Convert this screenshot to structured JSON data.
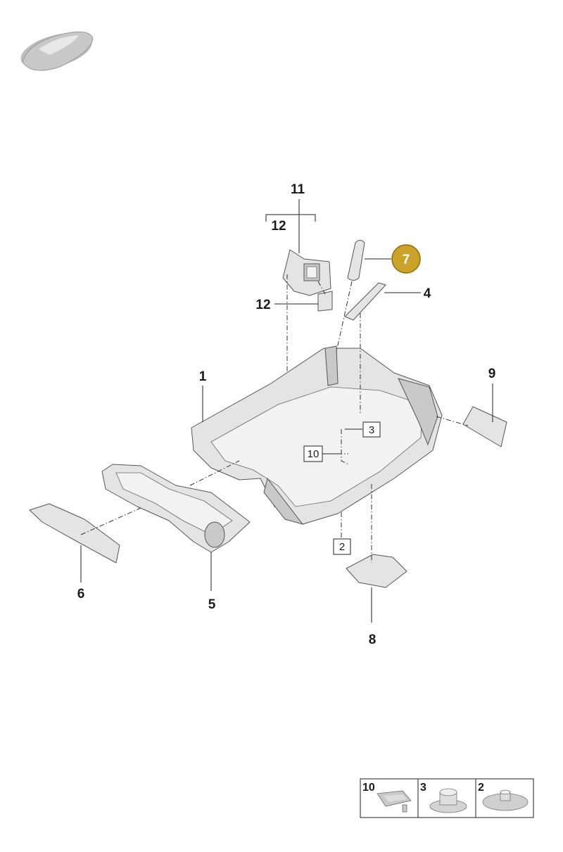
{
  "callouts": {
    "c1": "1",
    "c4": "4",
    "c5": "5",
    "c6": "6",
    "c7": "7",
    "c8": "8",
    "c9": "9",
    "c11": "11",
    "c12_bracket": "12",
    "c12": "12"
  },
  "boxed_refs": {
    "b2": "2",
    "b3": "3",
    "b10": "10"
  },
  "legend": [
    {
      "num": "10",
      "icon": "clip-cap-icon"
    },
    {
      "num": "3",
      "icon": "push-button-fastener-icon"
    },
    {
      "num": "2",
      "icon": "disc-fastener-icon"
    }
  ],
  "colors": {
    "highlight": "#c9a227",
    "line": "#222222",
    "part": "#e4e4e4"
  }
}
